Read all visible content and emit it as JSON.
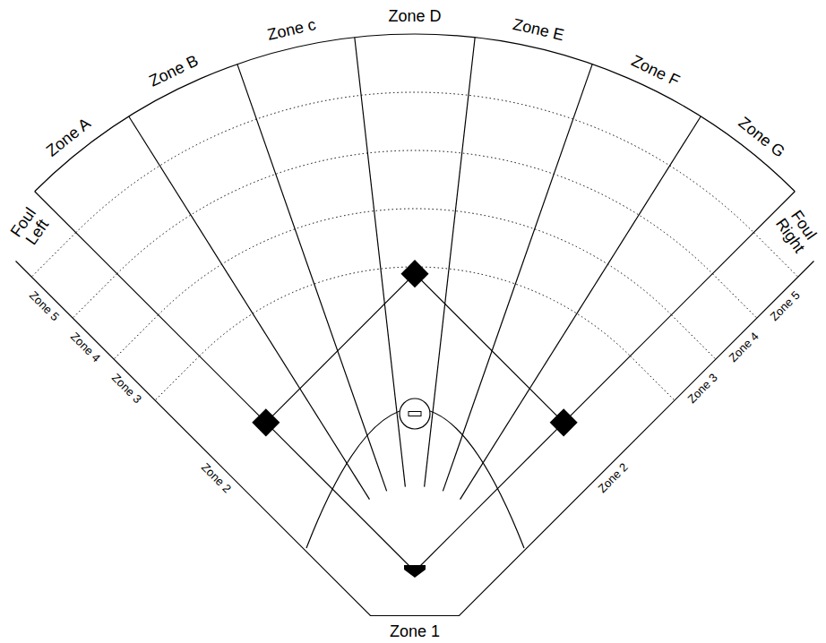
{
  "diagram": {
    "labels": [
      "Zone A",
      "Zone B",
      "Zone c",
      "Zone D",
      "Zone E",
      "Zone F",
      "Zone G",
      "Foul Left",
      "Foul Right",
      "Zone 5",
      "Zone 4",
      "Zone 3",
      "Zone 2",
      "Zone 3",
      "Zone 4",
      "Zone 5",
      "Zone 2",
      "Zone 1"
    ]
  }
}
